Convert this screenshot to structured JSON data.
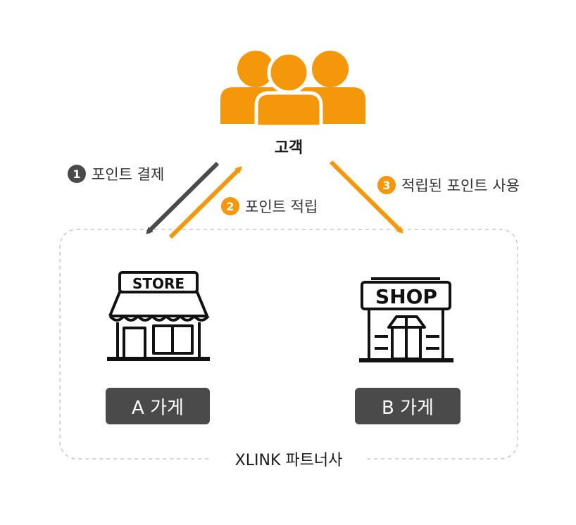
{
  "customer": {
    "label": "고객"
  },
  "steps": [
    {
      "num": "1",
      "label": "포인트 결제",
      "color": "#4a4a4a"
    },
    {
      "num": "2",
      "label": "포인트 적립",
      "color": "#f5970a"
    },
    {
      "num": "3",
      "label": "적립된 포인트 사용",
      "color": "#f5970a"
    }
  ],
  "stores": [
    {
      "sign": "STORE",
      "label": "A 가게"
    },
    {
      "sign": "SHOP",
      "label": "B 가게"
    }
  ],
  "partner_group": {
    "label": "XLINK 파트너사"
  },
  "colors": {
    "accent": "#f5970a",
    "dark": "#4a4a4a",
    "border": "#c8c8c8"
  }
}
